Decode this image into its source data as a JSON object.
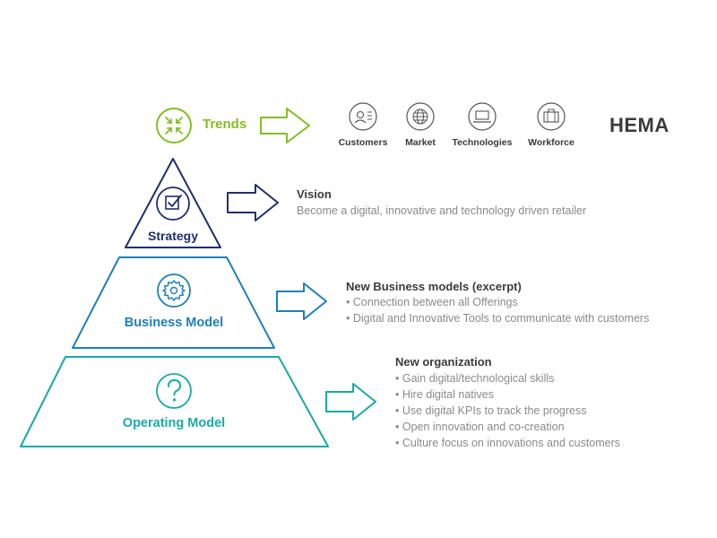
{
  "trends": {
    "label": "Trends",
    "categories": [
      {
        "label": "Customers",
        "icon": "customers-icon"
      },
      {
        "label": "Market",
        "icon": "globe-icon"
      },
      {
        "label": "Technologies",
        "icon": "laptop-icon"
      },
      {
        "label": "Workforce",
        "icon": "briefcase-icon"
      }
    ]
  },
  "brand": "HEMA",
  "pyramid": {
    "strategy": {
      "label": "Strategy",
      "icon": "checkbox-icon"
    },
    "business_model": {
      "label": "Business Model",
      "icon": "gear-icon"
    },
    "operating_model": {
      "label": "Operating Model",
      "icon": "question-icon"
    }
  },
  "vision": {
    "title": "Vision",
    "lines": [
      "Become a digital, innovative and technology driven retailer"
    ]
  },
  "business": {
    "title": "New Business models (excerpt)",
    "lines": [
      "• Connection between all Offerings",
      "• Digital and Innovative Tools to communicate with customers"
    ]
  },
  "organization": {
    "title": "New organization",
    "lines": [
      "• Gain digital/technological skills",
      "• Hire digital natives",
      "• Use digital KPIs to track the progress",
      "• Open innovation and co-creation",
      "• Culture focus on innovations and customers"
    ]
  },
  "colors": {
    "trends": "#86bc25",
    "strategy": "#1f2f6b",
    "business": "#1e7fb8",
    "operating": "#1aaaa3",
    "text_dark": "#3b3b3b",
    "text_gray": "#8a8a8a"
  }
}
